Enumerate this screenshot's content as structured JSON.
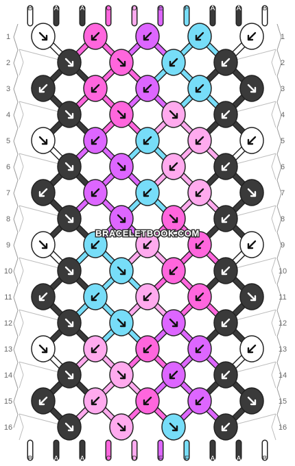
{
  "watermark": "BRACELETBOOK.COM",
  "strings": [
    {
      "label": "B",
      "color": "#ffffff"
    },
    {
      "label": "A",
      "color": "#3a3a3a"
    },
    {
      "label": "A",
      "color": "#3a3a3a"
    },
    {
      "label": "C",
      "color": "#ff66dd"
    },
    {
      "label": "D",
      "color": "#ffaaee"
    },
    {
      "label": "E",
      "color": "#dd66ff"
    },
    {
      "label": "F",
      "color": "#77ddf8"
    },
    {
      "label": "A",
      "color": "#3a3a3a"
    },
    {
      "label": "A",
      "color": "#3a3a3a"
    },
    {
      "label": "B",
      "color": "#ffffff"
    }
  ],
  "colors": {
    "A": "#3a3a3a",
    "B": "#ffffff",
    "C": "#ff66dd",
    "D": "#ffaaee",
    "E": "#dd66ff",
    "F": "#77ddf8"
  },
  "rows": [
    {
      "label": "1",
      "knots": [
        "B:R",
        "C:L",
        "E:L",
        "F:L",
        "B:L"
      ]
    },
    {
      "label": "2",
      "knots": [
        "A:R",
        "C:R",
        "F:L",
        "A:L"
      ]
    },
    {
      "label": "3",
      "knots": [
        "A:L",
        "C:L",
        "E:L",
        "F:L",
        "A:R"
      ]
    },
    {
      "label": "4",
      "knots": [
        "A:R",
        "C:R",
        "D:R",
        "A:L"
      ]
    },
    {
      "label": "5",
      "knots": [
        "B:R",
        "E:L",
        "F:L",
        "D:L",
        "B:L"
      ]
    },
    {
      "label": "6",
      "knots": [
        "A:R",
        "E:R",
        "D:L",
        "A:L"
      ]
    },
    {
      "label": "7",
      "knots": [
        "A:L",
        "E:L",
        "F:L",
        "D:L",
        "A:R"
      ]
    },
    {
      "label": "8",
      "knots": [
        "A:R",
        "E:R",
        "C:R",
        "A:L"
      ]
    },
    {
      "label": "9",
      "knots": [
        "B:R",
        "F:L",
        "D:L",
        "C:L",
        "B:L"
      ]
    },
    {
      "label": "10",
      "knots": [
        "A:R",
        "F:R",
        "C:L",
        "A:L"
      ]
    },
    {
      "label": "11",
      "knots": [
        "A:L",
        "F:L",
        "D:L",
        "C:L",
        "A:R"
      ]
    },
    {
      "label": "12",
      "knots": [
        "A:R",
        "F:R",
        "E:R",
        "A:L"
      ]
    },
    {
      "label": "13",
      "knots": [
        "B:R",
        "D:L",
        "C:L",
        "E:L",
        "B:L"
      ]
    },
    {
      "label": "14",
      "knots": [
        "A:R",
        "D:R",
        "E:L",
        "A:L"
      ]
    },
    {
      "label": "15",
      "knots": [
        "A:L",
        "D:L",
        "C:L",
        "E:L",
        "A:R"
      ]
    },
    {
      "label": "16",
      "knots": [
        "A:R",
        "D:R",
        "F:R",
        "A:L"
      ]
    }
  ]
}
